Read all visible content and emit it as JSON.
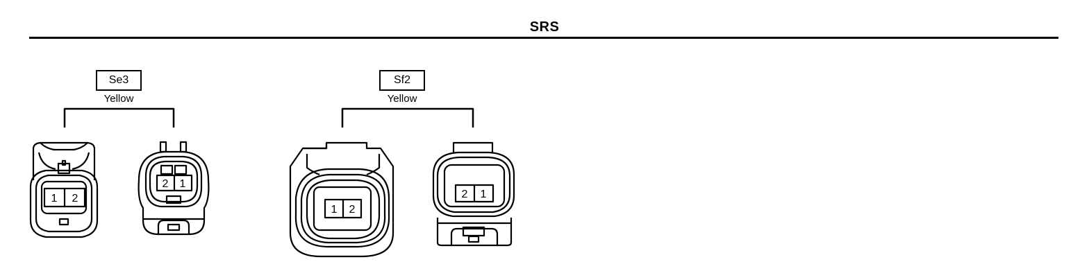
{
  "header": {
    "title": "SRS"
  },
  "connectors": [
    {
      "code": "Se3",
      "color": "Yellow",
      "left": {
        "pins": [
          "1",
          "2"
        ]
      },
      "right": {
        "pins": [
          "2",
          "1"
        ]
      }
    },
    {
      "code": "Sf2",
      "color": "Yellow",
      "left": {
        "pins": [
          "1",
          "2"
        ]
      },
      "right": {
        "pins": [
          "2",
          "1"
        ]
      }
    }
  ]
}
